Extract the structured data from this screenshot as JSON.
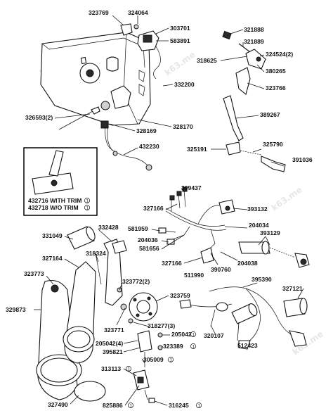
{
  "watermark": "k63.me",
  "inset": {
    "line1": "432716 WITH TRIM",
    "line1_mark": "1",
    "line2": "432718 W/O TRIM",
    "line2_mark": "1"
  },
  "callouts": [
    {
      "id": "323769",
      "text": "323769"
    },
    {
      "id": "324064",
      "text": "324064"
    },
    {
      "id": "303701",
      "text": "303701"
    },
    {
      "id": "583891",
      "text": "583891"
    },
    {
      "id": "321888",
      "text": "321888"
    },
    {
      "id": "321889",
      "text": "321889"
    },
    {
      "id": "324524",
      "text": "324524(2)"
    },
    {
      "id": "318625",
      "text": "318625"
    },
    {
      "id": "380265",
      "text": "380265"
    },
    {
      "id": "332200",
      "text": "332200"
    },
    {
      "id": "323766",
      "text": "323766"
    },
    {
      "id": "326593",
      "text": "326593(2)"
    },
    {
      "id": "389267",
      "text": "389267"
    },
    {
      "id": "328169",
      "text": "328169"
    },
    {
      "id": "328170",
      "text": "328170"
    },
    {
      "id": "432230",
      "text": "432230"
    },
    {
      "id": "325191",
      "text": "325191"
    },
    {
      "id": "325790",
      "text": "325790"
    },
    {
      "id": "391036",
      "text": "391036"
    },
    {
      "id": "309437",
      "text": "309437"
    },
    {
      "id": "327166a",
      "text": "327166"
    },
    {
      "id": "393132",
      "text": "393132"
    },
    {
      "id": "581959",
      "text": "581959"
    },
    {
      "id": "204034",
      "text": "204034"
    },
    {
      "id": "331049",
      "text": "331049"
    },
    {
      "id": "332428",
      "text": "332428"
    },
    {
      "id": "393129",
      "text": "393129"
    },
    {
      "id": "204036",
      "text": "204036"
    },
    {
      "id": "581656",
      "text": "581656"
    },
    {
      "id": "327164",
      "text": "327164"
    },
    {
      "id": "318324",
      "text": "318324"
    },
    {
      "id": "327166b",
      "text": "327166"
    },
    {
      "id": "204038",
      "text": "204038"
    },
    {
      "id": "511990",
      "text": "511990"
    },
    {
      "id": "390760",
      "text": "390760"
    },
    {
      "id": "323773",
      "text": "323773"
    },
    {
      "id": "395390",
      "text": "395390"
    },
    {
      "id": "323772",
      "text": "323772(2)"
    },
    {
      "id": "327121",
      "text": "327121"
    },
    {
      "id": "323759",
      "text": "323759"
    },
    {
      "id": "329873",
      "text": "329873"
    },
    {
      "id": "318277",
      "text": "318277(3)"
    },
    {
      "id": "323771",
      "text": "323771"
    },
    {
      "id": "205042",
      "text": "205042"
    },
    {
      "id": "205042_4",
      "text": "205042(4)"
    },
    {
      "id": "323389",
      "text": "323389"
    },
    {
      "id": "320107",
      "text": "320107"
    },
    {
      "id": "512423",
      "text": "512423"
    },
    {
      "id": "395821",
      "text": "395821"
    },
    {
      "id": "305009",
      "text": "305009"
    },
    {
      "id": "313113",
      "text": "313113"
    },
    {
      "id": "327490",
      "text": "327490"
    },
    {
      "id": "825886",
      "text": "825886"
    },
    {
      "id": "316245",
      "text": "316245"
    }
  ],
  "marks": {
    "m205042": "1",
    "m323389": "1",
    "m305009": "1",
    "m313113": "1",
    "m825886": "1",
    "m316245": "1"
  }
}
